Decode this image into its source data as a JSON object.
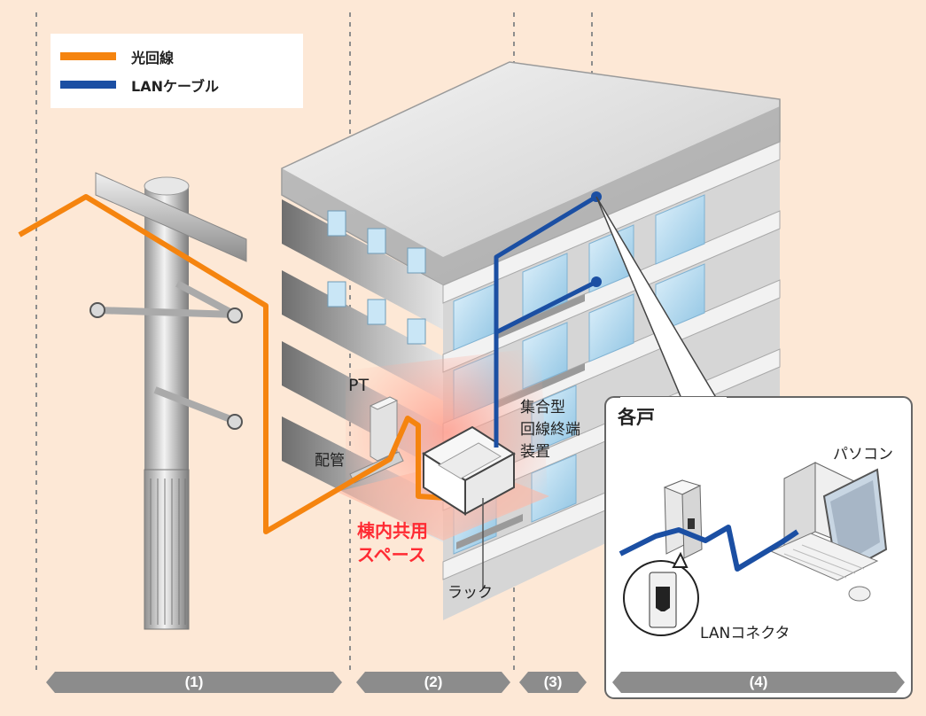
{
  "legend": {
    "items": [
      {
        "label": "光回線",
        "color": "#f5840f"
      },
      {
        "label": "LANケーブル",
        "color": "#1b4fa3"
      }
    ]
  },
  "labels": {
    "pt": "PT",
    "pipe": "配管",
    "terminal_line1": "集合型",
    "terminal_line2": "回線終端",
    "terminal_line3": "装置",
    "shared_space_line1": "棟内共用",
    "shared_space_line2": "スペース",
    "rack": "ラック",
    "unit": "各戸",
    "pc": "パソコン",
    "lan_connector": "LANコネクタ"
  },
  "sections": [
    "(1)",
    "(2)",
    "(3)",
    "(4)"
  ],
  "colors": {
    "background": "#fde8d6",
    "fiber": "#f5840f",
    "lan": "#1b4fa3",
    "shared_space": "#ff2b33",
    "section_bar": "#8c8c8c"
  }
}
